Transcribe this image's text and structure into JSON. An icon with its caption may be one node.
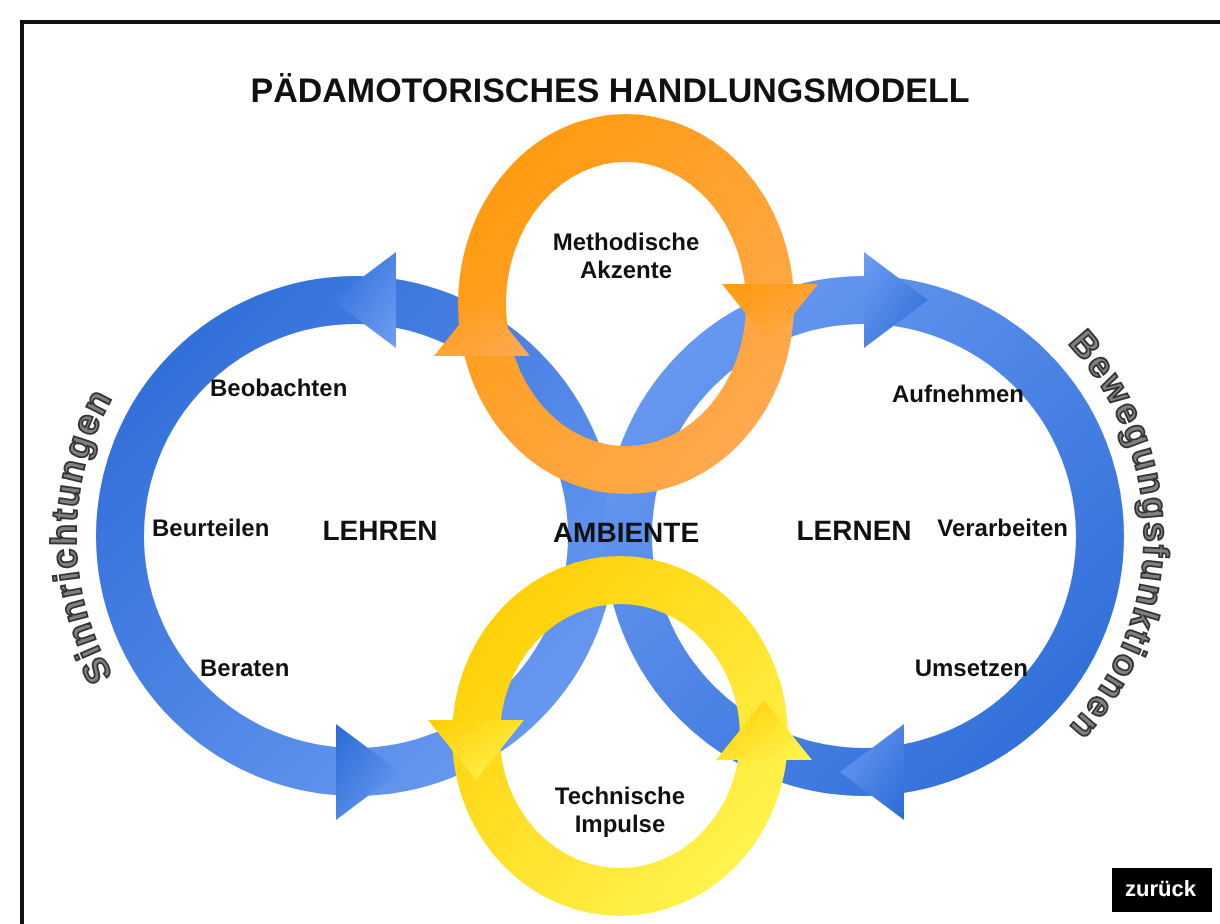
{
  "diagram": {
    "title": "PÄDAMOTORISCHES HANDLUNGSMODELL",
    "nodes": [
      {
        "text": [
          "Methodische Akzente"
        ]
      },
      {
        "text": [
          "LEHREN"
        ],
        "beside": [
          "Sinnrichtungen"
        ]
      },
      {
        "text": [
          "LERNEN"
        ],
        "beside": [
          "Bewegungsfunktionen"
        ]
      },
      {
        "text": [
          "Technische Impulse"
        ]
      }
    ],
    "labels": [
      "Beobachten",
      "Beurteilen",
      "Beraten",
      "AMBIENTE",
      "Aufnehmen",
      "Verarbeiten",
      "Umsetzen",
      "zurück"
    ]
  }
}
